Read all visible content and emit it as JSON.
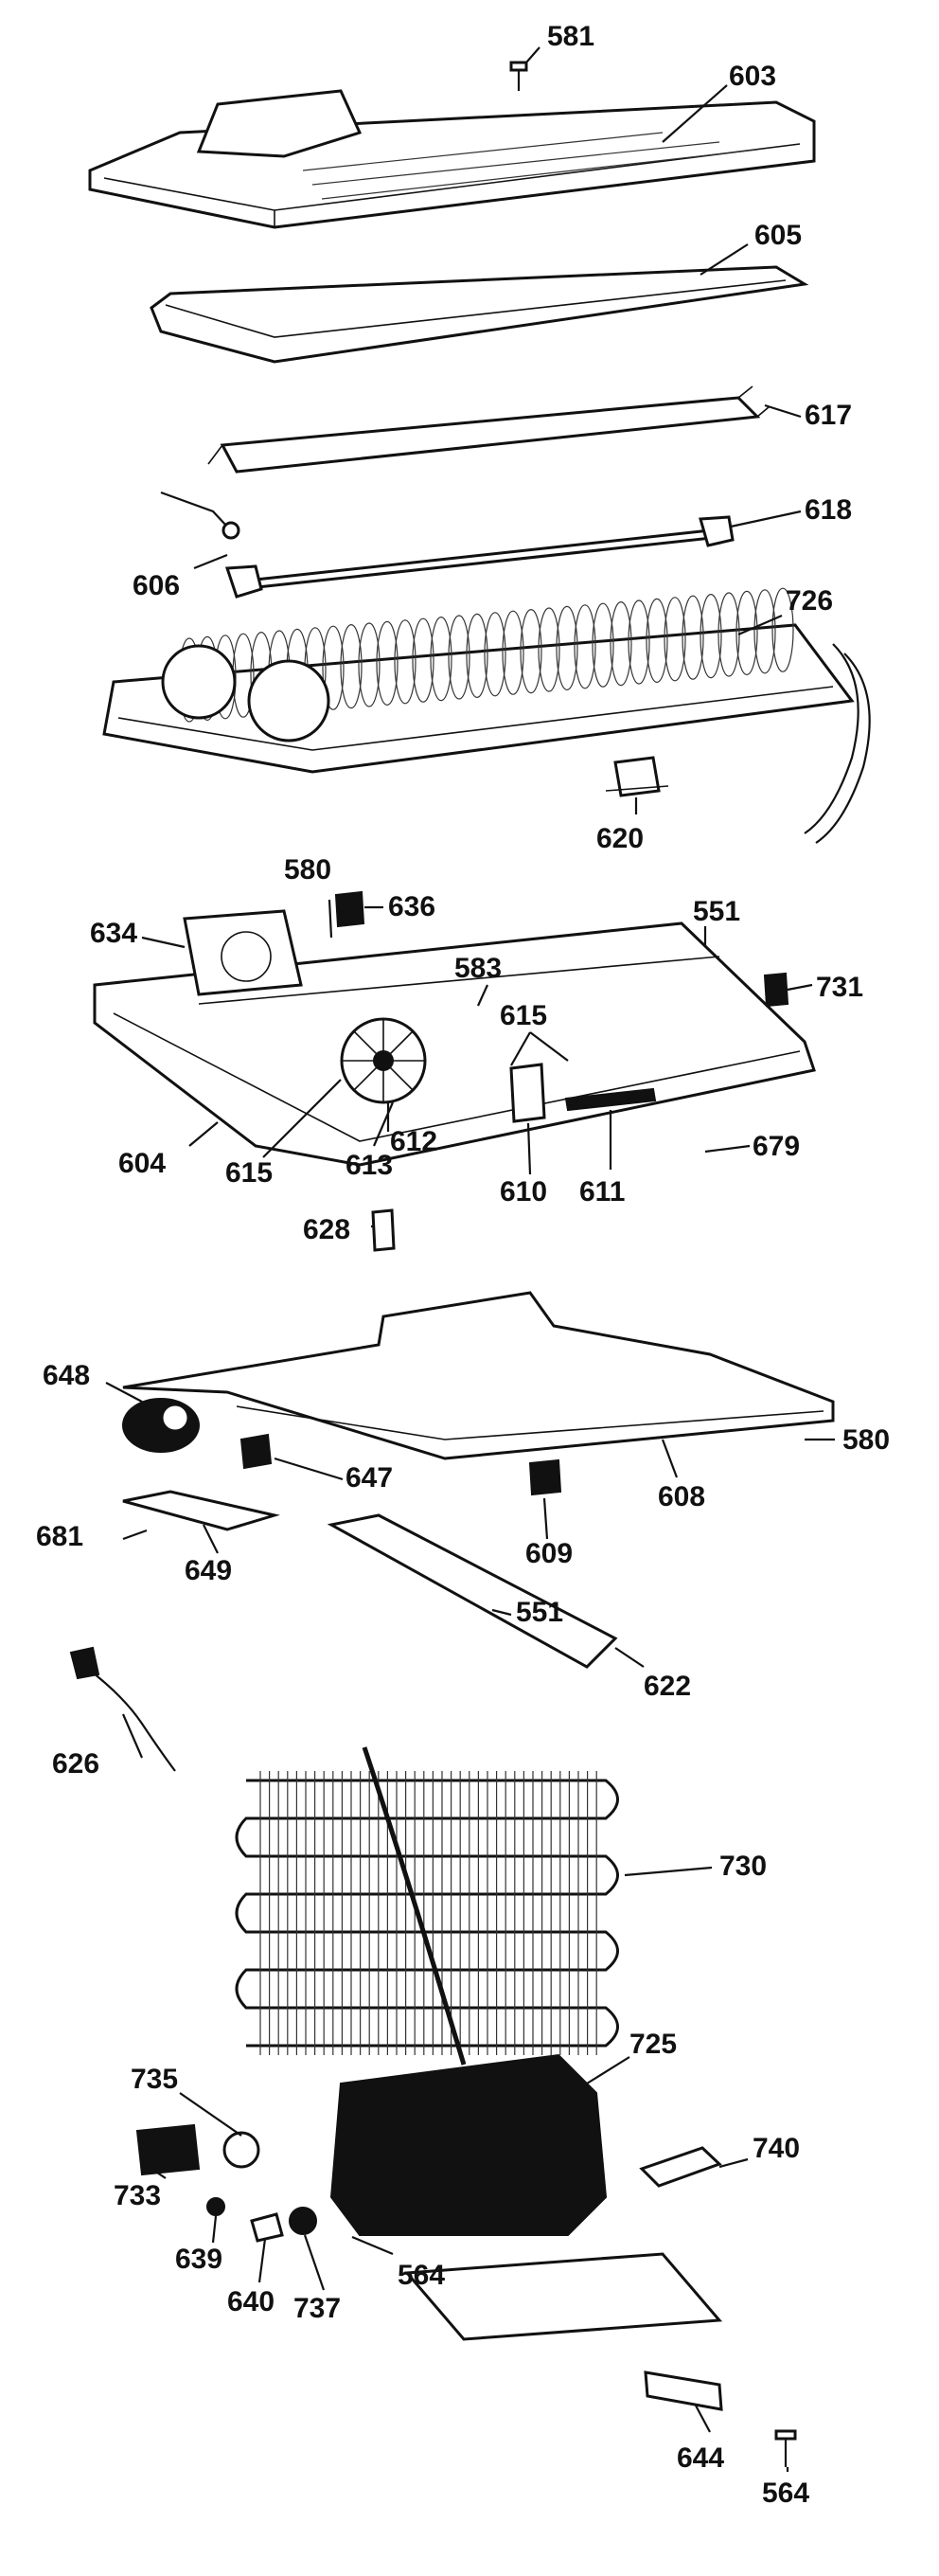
{
  "labels": {
    "l581": "581",
    "l603": "603",
    "l605": "605",
    "l617": "617",
    "l618": "618",
    "l606": "606",
    "l726": "726",
    "l620": "620",
    "l580a": "580",
    "l636": "636",
    "l634": "634",
    "l551a": "551",
    "l731": "731",
    "l583": "583",
    "l615a": "615",
    "l604": "604",
    "l615b": "615",
    "l612": "612",
    "l613": "613",
    "l679": "679",
    "l628": "628",
    "l610": "610",
    "l611": "611",
    "l648": "648",
    "l647": "647",
    "l608": "608",
    "l580b": "580",
    "l681": "681",
    "l649": "649",
    "l609": "609",
    "l551b": "551",
    "l622": "622",
    "l626": "626",
    "l730": "730",
    "l725": "725",
    "l735": "735",
    "l740": "740",
    "l733": "733",
    "l639": "639",
    "l640": "640",
    "l737": "737",
    "l564a": "564",
    "l644": "644",
    "l564b": "564"
  }
}
